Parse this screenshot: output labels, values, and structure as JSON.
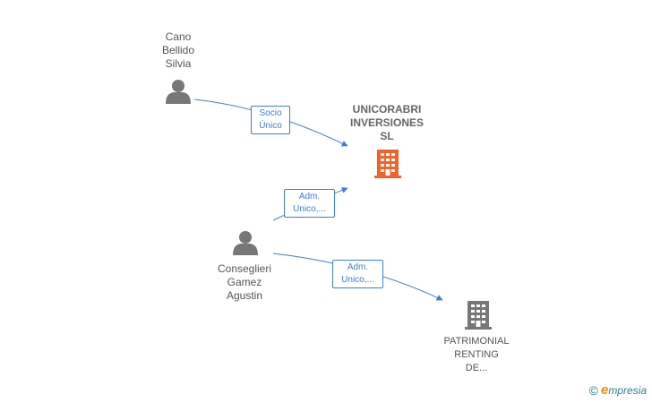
{
  "nodes": {
    "person_cano": {
      "lines": [
        "Cano",
        "Bellido",
        "Silvia"
      ]
    },
    "company_unicorabri": {
      "lines": [
        "UNICORABRI",
        "INVERSIONES",
        "SL"
      ]
    },
    "person_conseglieri": {
      "lines": [
        "Conseglieri",
        "Gamez",
        "Agustin"
      ]
    },
    "company_patrimonial": {
      "lines": [
        "PATRIMONIAL",
        "RENTING",
        "DE..."
      ]
    }
  },
  "edges": {
    "socio_unico": {
      "lines": [
        "Socio",
        "Único"
      ]
    },
    "adm_unicorabri": {
      "lines": [
        "Adm.",
        "Unico,..."
      ]
    },
    "adm_patrimonial": {
      "lines": [
        "Adm.",
        "Unico,..."
      ]
    }
  },
  "watermark": {
    "symbol": "©",
    "brand_initial": "e",
    "brand_rest": "mpresia"
  },
  "colors": {
    "edge": "#3d7fd0",
    "main_company": "#f0632a",
    "company": "#777777",
    "person": "#777777"
  }
}
